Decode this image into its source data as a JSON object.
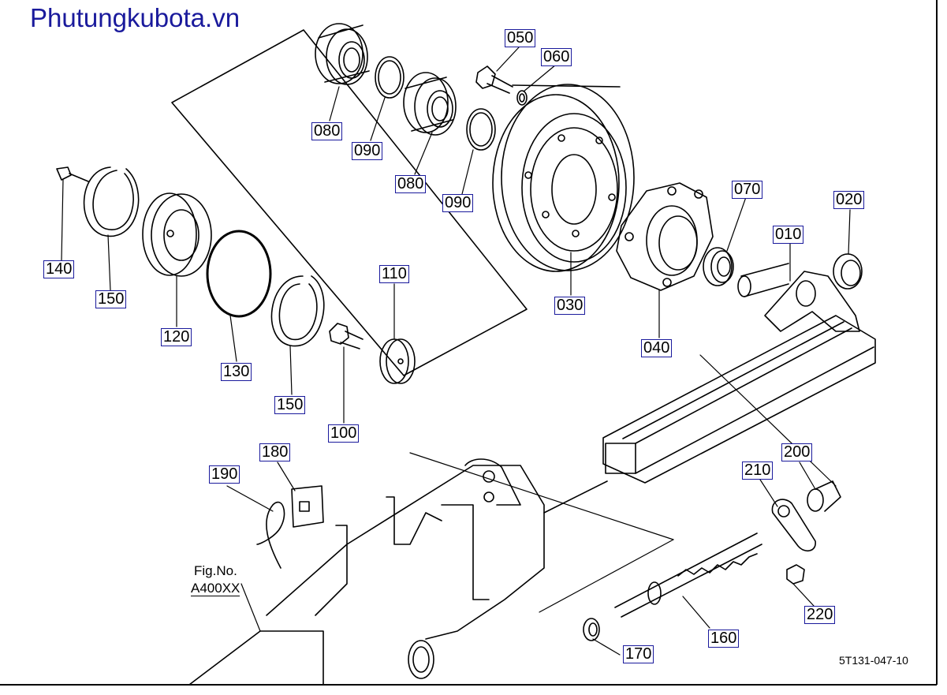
{
  "header": {
    "site_name": "Phutungkubota.vn"
  },
  "figure_reference": {
    "line1": "Fig.No.",
    "line2": "A400XX"
  },
  "drawing_number": "5T131-047-10",
  "colors": {
    "label_border": "#1a1a9c",
    "brand_text": "#1a1a9c",
    "line": "#000000"
  },
  "parts": [
    {
      "id": "p010",
      "label": "010"
    },
    {
      "id": "p020",
      "label": "020"
    },
    {
      "id": "p030",
      "label": "030"
    },
    {
      "id": "p040",
      "label": "040"
    },
    {
      "id": "p050",
      "label": "050"
    },
    {
      "id": "p060",
      "label": "060"
    },
    {
      "id": "p070",
      "label": "070"
    },
    {
      "id": "p080a",
      "label": "080"
    },
    {
      "id": "p080b",
      "label": "080"
    },
    {
      "id": "p090a",
      "label": "090"
    },
    {
      "id": "p090b",
      "label": "090"
    },
    {
      "id": "p100",
      "label": "100"
    },
    {
      "id": "p110",
      "label": "110"
    },
    {
      "id": "p120",
      "label": "120"
    },
    {
      "id": "p130",
      "label": "130"
    },
    {
      "id": "p140",
      "label": "140"
    },
    {
      "id": "p150a",
      "label": "150"
    },
    {
      "id": "p150b",
      "label": "150"
    },
    {
      "id": "p160",
      "label": "160"
    },
    {
      "id": "p170",
      "label": "170"
    },
    {
      "id": "p180",
      "label": "180"
    },
    {
      "id": "p190",
      "label": "190"
    },
    {
      "id": "p200",
      "label": "200"
    },
    {
      "id": "p210",
      "label": "210"
    },
    {
      "id": "p220",
      "label": "220"
    }
  ]
}
